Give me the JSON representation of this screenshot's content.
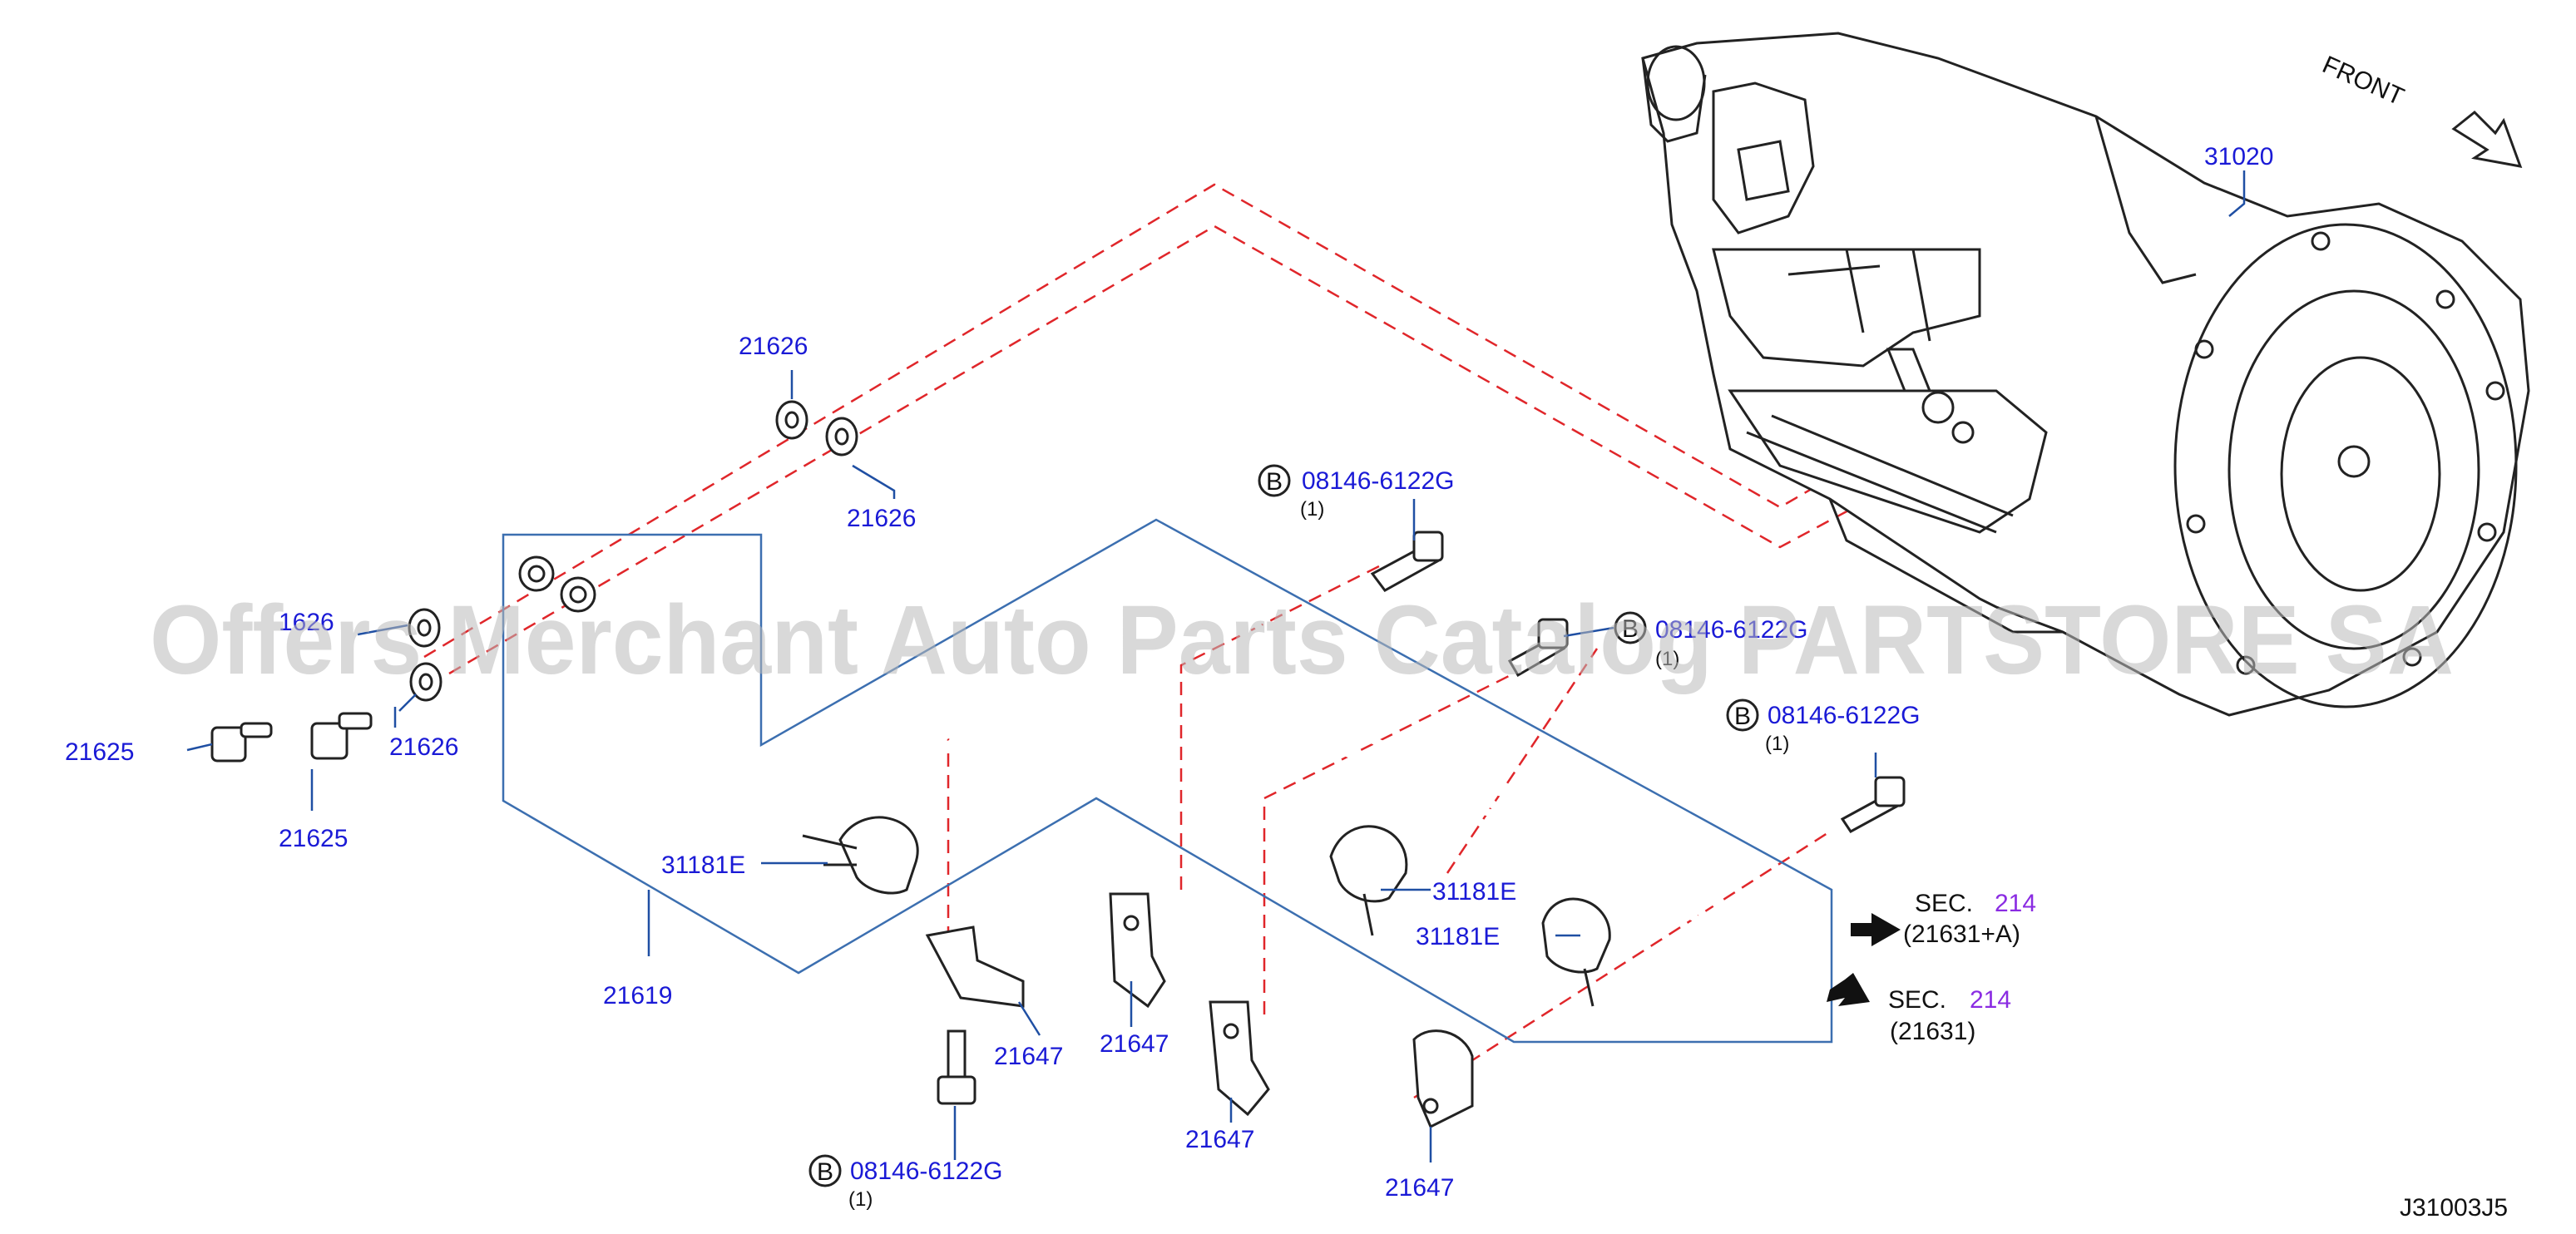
{
  "diagram": {
    "watermark": "Offers Merchant Auto Parts Catalog PARTSTORE SA",
    "direction_label": "FRONT",
    "drawing_code": "J31003J5",
    "bolt_marker": "B",
    "parts": {
      "transmission": "31020",
      "washer": "21626",
      "eye_bolt": "21625",
      "tube_assembly": "21619",
      "clip": "31181E",
      "bracket": "21647",
      "bolt_part_no": "08146-6122G",
      "bolt_qty": "(1)",
      "partial_label": "1626"
    },
    "sections": [
      {
        "prefix": "SEC.",
        "number": "214",
        "ref": "(21631+A)"
      },
      {
        "prefix": "SEC.",
        "number": "214",
        "ref": "(21631)"
      }
    ],
    "colors": {
      "part_label": "#1a1ad6",
      "section_number": "#8a2be2",
      "dashed_guide": "#e0262a",
      "frame": "#3c6fb0"
    }
  }
}
